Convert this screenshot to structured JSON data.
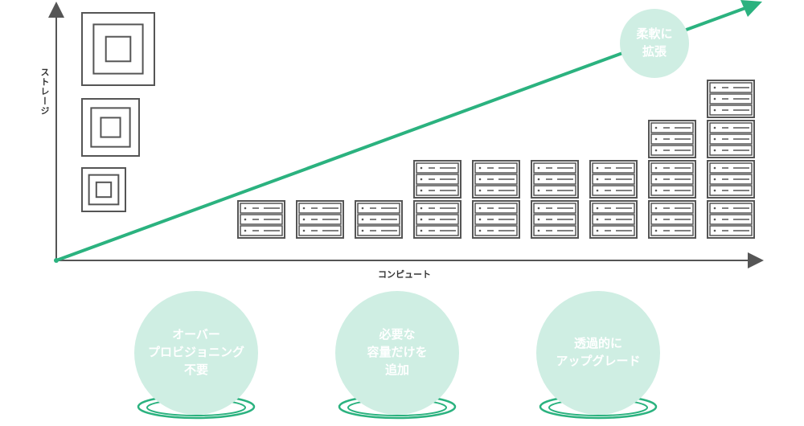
{
  "diagram": {
    "x_axis_label": "コンピュート",
    "y_axis_label": "ストレージ",
    "arrow_label": "柔軟に\n拡張",
    "server_stacks": [
      1,
      1,
      1,
      2,
      2,
      2,
      2,
      3,
      4
    ],
    "storage_icons": 3,
    "colors": {
      "accent": "#2bb27f",
      "bubble": "#cfeee3",
      "icon_stroke": "#555555",
      "axis": "#555555"
    }
  },
  "benefits": [
    {
      "label": "オーバー\nプロビジョニング\n不要"
    },
    {
      "label": "必要な\n容量だけを\n追加"
    },
    {
      "label": "透過的に\nアップグレード"
    }
  ]
}
